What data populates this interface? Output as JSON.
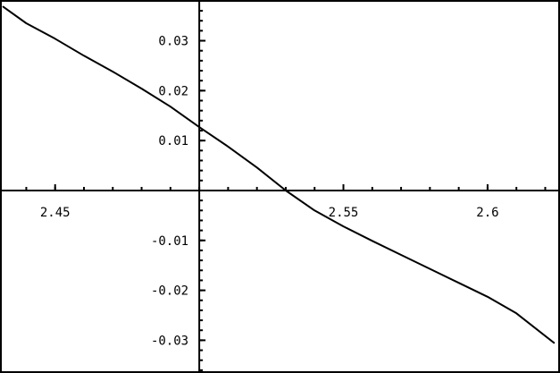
{
  "chart_data": {
    "type": "line",
    "title": "",
    "xlabel": "",
    "ylabel": "",
    "xlim": [
      2.4315,
      2.6245
    ],
    "ylim": [
      -0.0362,
      0.0378
    ],
    "axis_origin": {
      "x": 2.5,
      "y": 0
    },
    "grid": false,
    "legend": "none",
    "x_ticks": [
      {
        "value": 2.45,
        "label": "2.45"
      },
      {
        "value": 2.55,
        "label": "2.55"
      },
      {
        "value": 2.6,
        "label": "2.6"
      }
    ],
    "y_ticks": [
      {
        "value": 0.03,
        "label": "0.03"
      },
      {
        "value": 0.02,
        "label": "0.02"
      },
      {
        "value": 0.01,
        "label": "0.01"
      },
      {
        "value": -0.01,
        "label": "-0.01"
      },
      {
        "value": -0.02,
        "label": "-0.02"
      },
      {
        "value": -0.03,
        "label": "-0.03"
      }
    ],
    "x_minor_step": 0.01,
    "y_minor_step": 0.002,
    "series": [
      {
        "color": "#000000",
        "x": [
          2.432,
          2.44,
          2.45,
          2.46,
          2.47,
          2.48,
          2.49,
          2.5,
          2.51,
          2.52,
          2.53,
          2.54,
          2.55,
          2.56,
          2.57,
          2.58,
          2.59,
          2.6,
          2.61,
          2.623
        ],
        "y": [
          0.0368,
          0.0335,
          0.0304,
          0.027,
          0.0238,
          0.0204,
          0.0168,
          0.0127,
          0.0088,
          0.0046,
          0.0,
          -0.004,
          -0.0072,
          -0.0101,
          -0.0129,
          -0.0157,
          -0.0185,
          -0.0213,
          -0.0246,
          -0.0305
        ]
      }
    ],
    "colors": {
      "axis": "#000000",
      "frame": "#000000",
      "background": "#ffffff"
    }
  }
}
